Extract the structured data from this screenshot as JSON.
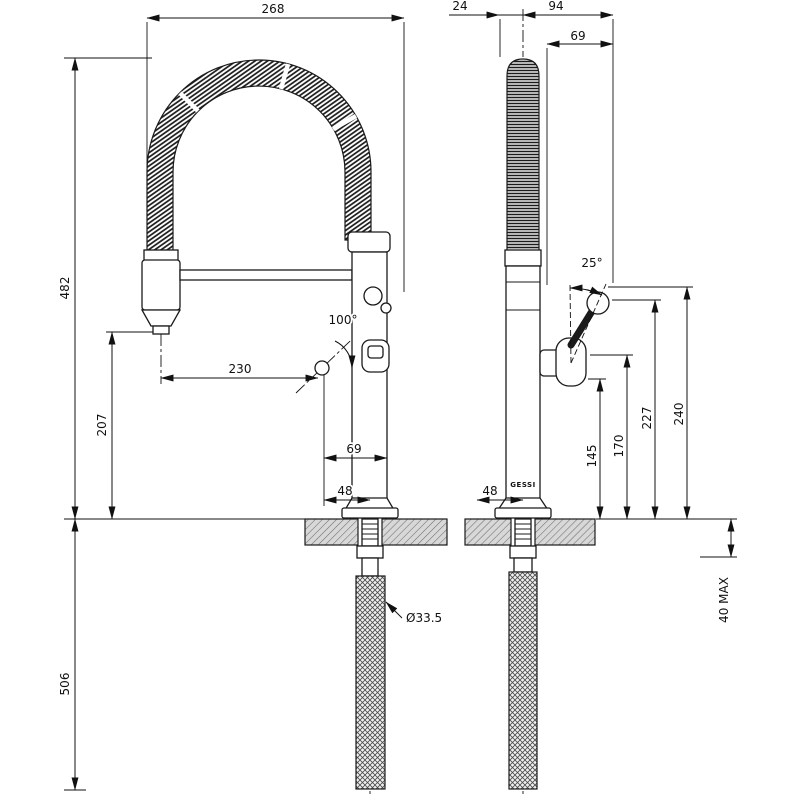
{
  "style": {
    "ink": "#1a1a1a",
    "background": "#ffffff",
    "counter_fill": "#d8d8d8"
  },
  "dimensions": {
    "front": {
      "overall_depth": "268",
      "height_above_counter": "482",
      "height_below_counter": "506",
      "spout_outlet_height": "207",
      "spout_reach": "230",
      "spray_head_swivel": "100°",
      "spout_offset": "69",
      "base_to_center": "48",
      "supply_hose_diameter": "Ø33.5"
    },
    "side": {
      "depth_offset": "24",
      "handle_max_reach": "94",
      "handle_reach": "69",
      "lever_swivel": "25°",
      "lever_height": "227",
      "lever_max_height": "240",
      "handle_height": "170",
      "handle_base_height": "145",
      "base_to_center": "48",
      "max_counter_thickness": "40 MAX"
    }
  },
  "branding": {
    "logo": "GESSI"
  }
}
